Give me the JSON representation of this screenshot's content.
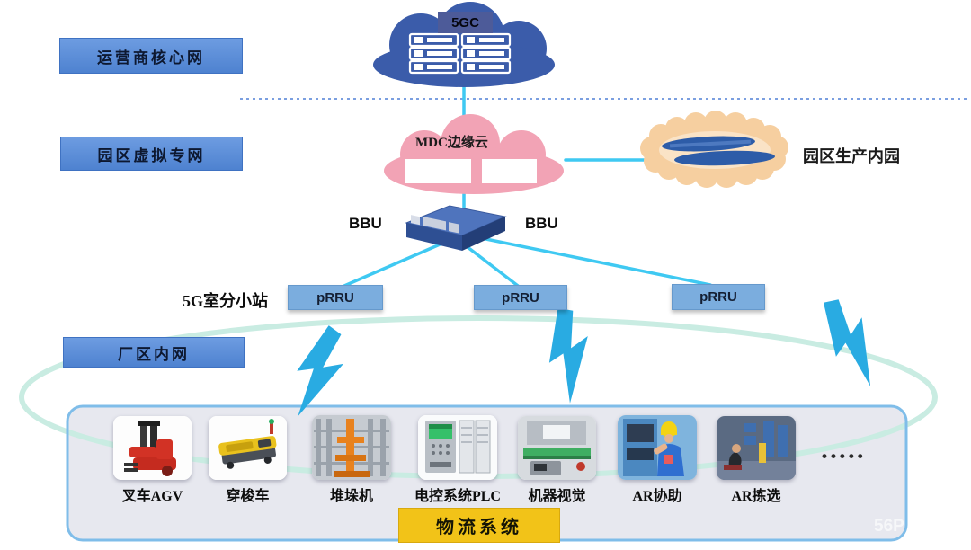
{
  "diagram": {
    "title_implicit": "5G smart logistics network architecture",
    "layers": {
      "core_network": "运营商核心网",
      "campus_private": "园区虚拟专网",
      "factory_intranet": "厂区内网"
    },
    "core_cloud": {
      "label": "5GC"
    },
    "edge_cloud": {
      "label": "MDC边缘云"
    },
    "production_cloud": {
      "label": "园区生产内园"
    },
    "bbu": {
      "left_label": "BBU",
      "right_label": "BBU"
    },
    "prru": {
      "station_label": "5G室分小站",
      "units": [
        "pRRU",
        "pRRU",
        "pRRU"
      ]
    },
    "devices": [
      {
        "label": "叉车AGV",
        "icon": "forklift-agv-icon"
      },
      {
        "label": "穿梭车",
        "icon": "shuttle-car-icon"
      },
      {
        "label": "堆垛机",
        "icon": "stacker-crane-icon"
      },
      {
        "label": "电控系统PLC",
        "icon": "plc-cabinet-icon"
      },
      {
        "label": "机器视觉",
        "icon": "machine-vision-icon"
      },
      {
        "label": "AR协助",
        "icon": "ar-assist-icon"
      },
      {
        "label": "AR拣选",
        "icon": "ar-picking-icon"
      }
    ],
    "devices_more": "•••••",
    "system_label": "物流系统",
    "watermark": "56P",
    "colors": {
      "core_cloud_blue": "#3b5caa",
      "edge_cloud_pink": "#f2a3b5",
      "production_cloud_tan": "#f6cfa0",
      "link_cyan": "#3fc9f2",
      "lightning_blue": "#29abe2",
      "label_box_blue": "#5b8ed8",
      "prru_blue": "#7badde",
      "ellipse_teal": "#c9ece2",
      "panel_fill": "#e7e8ef",
      "panel_border": "#7fbde9",
      "logistics_gold": "#f2c318"
    }
  }
}
